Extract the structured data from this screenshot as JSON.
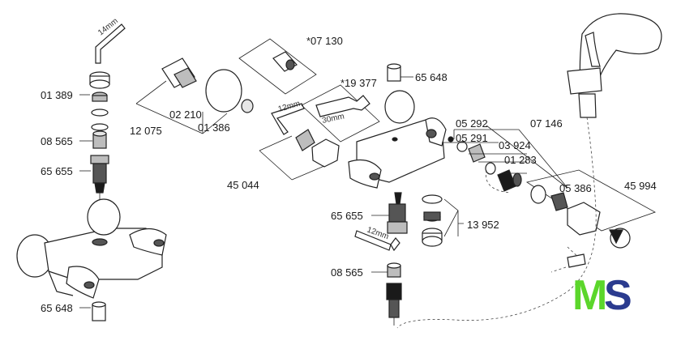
{
  "parts": {
    "p_07130": "*07 130",
    "p_01389": "01 389",
    "p_08565_left": "08 565",
    "p_65655_left": "65 655",
    "p_12075": "12 075",
    "p_02210": "02 210",
    "p_01386": "01 386",
    "p_45044": "45 044",
    "p_19377": "*19 377",
    "p_65648_top": "65 648",
    "p_05292": "05 292",
    "p_05291": "05 291",
    "p_07146": "07 146",
    "p_03924": "03 924",
    "p_01283": "01 283",
    "p_05386": "05 386",
    "p_45994": "45 994",
    "p_65655_mid": "65 655",
    "p_13952": "13 952",
    "p_08565_mid": "08 565",
    "p_65648_bottom": "65 648"
  },
  "dimensions": {
    "d_14mm": "14mm",
    "d_12mm_top": "12mm",
    "d_30mm": "30mm",
    "d_12mm_bottom": "12mm"
  },
  "logo": {
    "text": "MS",
    "color_m": "#5bd62b",
    "color_s": "#2b3b8f"
  }
}
